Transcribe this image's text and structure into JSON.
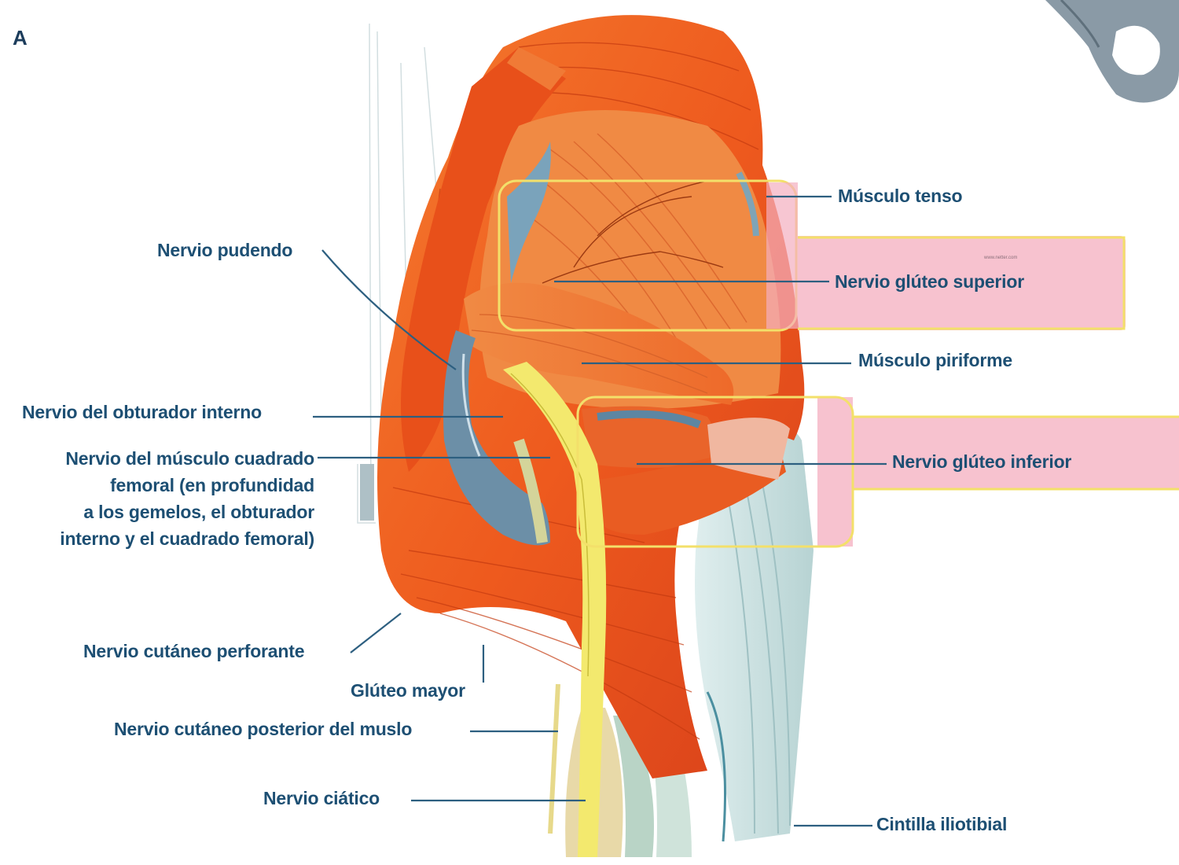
{
  "panel_letter": "A",
  "watermark_text": "www.netter.com",
  "labels": {
    "musculo_tenso": "Músculo tenso",
    "nervio_gluteo_superior": "Nervio glúteo superior",
    "musculo_piriforme": "Músculo piriforme",
    "nervio_gluteo_inferior": "Nervio glúteo inferior",
    "cintilla_iliotibial": "Cintilla iliotibial",
    "nervio_pudendo": "Nervio pudendo",
    "nervio_obturador_interno": "Nervio del obturador interno",
    "nervio_cuadrado_femoral": [
      "Nervio del músculo cuadrado",
      "femoral (en profundidad",
      "a los gemelos, el obturador",
      "interno y el cuadrado femoral)"
    ],
    "nervio_cutaneo_perforante": "Nervio cutáneo perforante",
    "gluteo_mayor": "Glúteo mayor",
    "nervio_cutaneo_posterior": "Nervio cutáneo posterior del muslo",
    "nervio_ciatico": "Nervio ciático"
  },
  "colors": {
    "muscle": "#ee5a1e",
    "muscle_light": "#f7934a",
    "muscle_dark": "#d23c10",
    "nerve": "#f2e86a",
    "vessel": "#5a8aa6",
    "tendon": "#cfe1df",
    "highlight_fill": "#f5b3c2",
    "highlight_border": "#f1e06a",
    "leader_line": "#2d5f80",
    "label_text": "#1d4f73"
  }
}
